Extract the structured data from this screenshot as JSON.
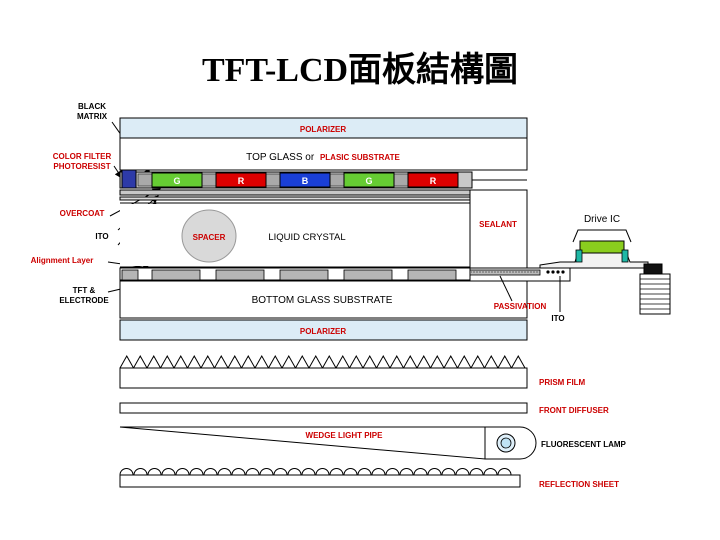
{
  "title": "TFT-LCD面板結構圖",
  "left_labels": {
    "black_matrix": [
      "BLACK",
      "MATRIX"
    ],
    "color_filter": [
      "COLOR FILTER",
      "PHOTORESIST"
    ],
    "overcoat": "OVERCOAT",
    "ito": "ITO",
    "alignment_layer": "Alignment Layer",
    "tft_electrode": [
      "TFT &",
      "ELECTRODE"
    ]
  },
  "panel": {
    "polarizer_top": "POLARIZER",
    "top_glass": "TOP GLASS or",
    "plasic_substrate": "PLASIC SUBSTRATE",
    "filters": [
      "G",
      "R",
      "B",
      "G",
      "R"
    ],
    "spacer": "SPACER",
    "liquid_crystal": "LIQUID CRYSTAL",
    "bottom_glass": "BOTTOM GLASS SUBSTRATE",
    "polarizer_bottom": "POLARIZER",
    "sealant": "SEALANT"
  },
  "right_labels": {
    "drive_ic": "Drive IC",
    "passivation": "PASSIVATION",
    "ito": "ITO"
  },
  "backlight": {
    "prism_film": "PRISM FILM",
    "front_diffuser": "FRONT DIFFUSER",
    "wedge_light_pipe": "WEDGE LIGHT PIPE",
    "fluorescent_lamp": "FLUORESCENT LAMP",
    "reflection_sheet": "REFLECTION SHEET"
  },
  "colors": {
    "polarizer": "#dcecf6",
    "label_red": "#cc0000",
    "filter_green": "#66cc33",
    "filter_red": "#dd0000",
    "filter_blue": "#1a3fd6",
    "filter_text": "#ffffff",
    "black_matrix_blue": "#2d3aa8",
    "electrode_gray": "#b5b5b5",
    "spacer_fill": "#d9d9d9",
    "ic_green": "#8acd1e",
    "ic_cyan": "#1fb8a6"
  }
}
